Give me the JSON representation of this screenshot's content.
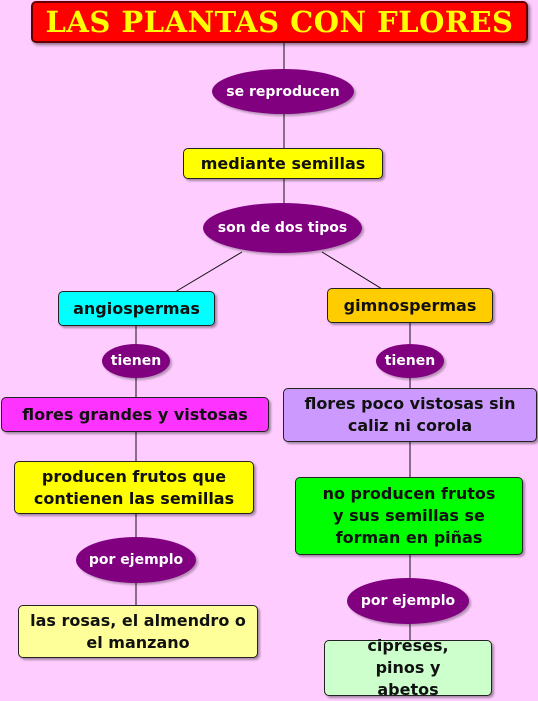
{
  "title": "LAS PLANTAS CON FLORES",
  "links": {
    "reproduce": "se reproducen",
    "types": "son de dos tipos",
    "have_left": "tienen",
    "have_right": "tienen",
    "example_left": "por ejemplo",
    "example_right": "por ejemplo"
  },
  "concepts": {
    "seeds": "mediante semillas",
    "angio": "angiospermas",
    "gimno": "gimnospermas",
    "angio_flowers": "flores grandes y vistosas",
    "gimno_flowers": "flores poco vistosas sin caliz ni corola",
    "angio_fruits": "producen frutos que contienen las semillas",
    "gimno_fruits": "no producen frutos y sus semillas se forman en piñas",
    "angio_examples": "las rosas, el almendro o el manzano",
    "gimno_examples": "cipreses, pinos y abetos"
  },
  "colors": {
    "background": "#ffccff",
    "title_bg": "#ff0000",
    "title_text": "#ffff00",
    "link_oval": "#800080",
    "seeds": "#ffff00",
    "angio": "#00ffff",
    "gimno": "#ffcc00",
    "angio_flowers": "#ff33ff",
    "gimno_flowers": "#cc99ff",
    "angio_fruits": "#ffff00",
    "gimno_fruits": "#00ff00",
    "angio_examples": "#ffff99",
    "gimno_examples": "#ccffcc"
  }
}
